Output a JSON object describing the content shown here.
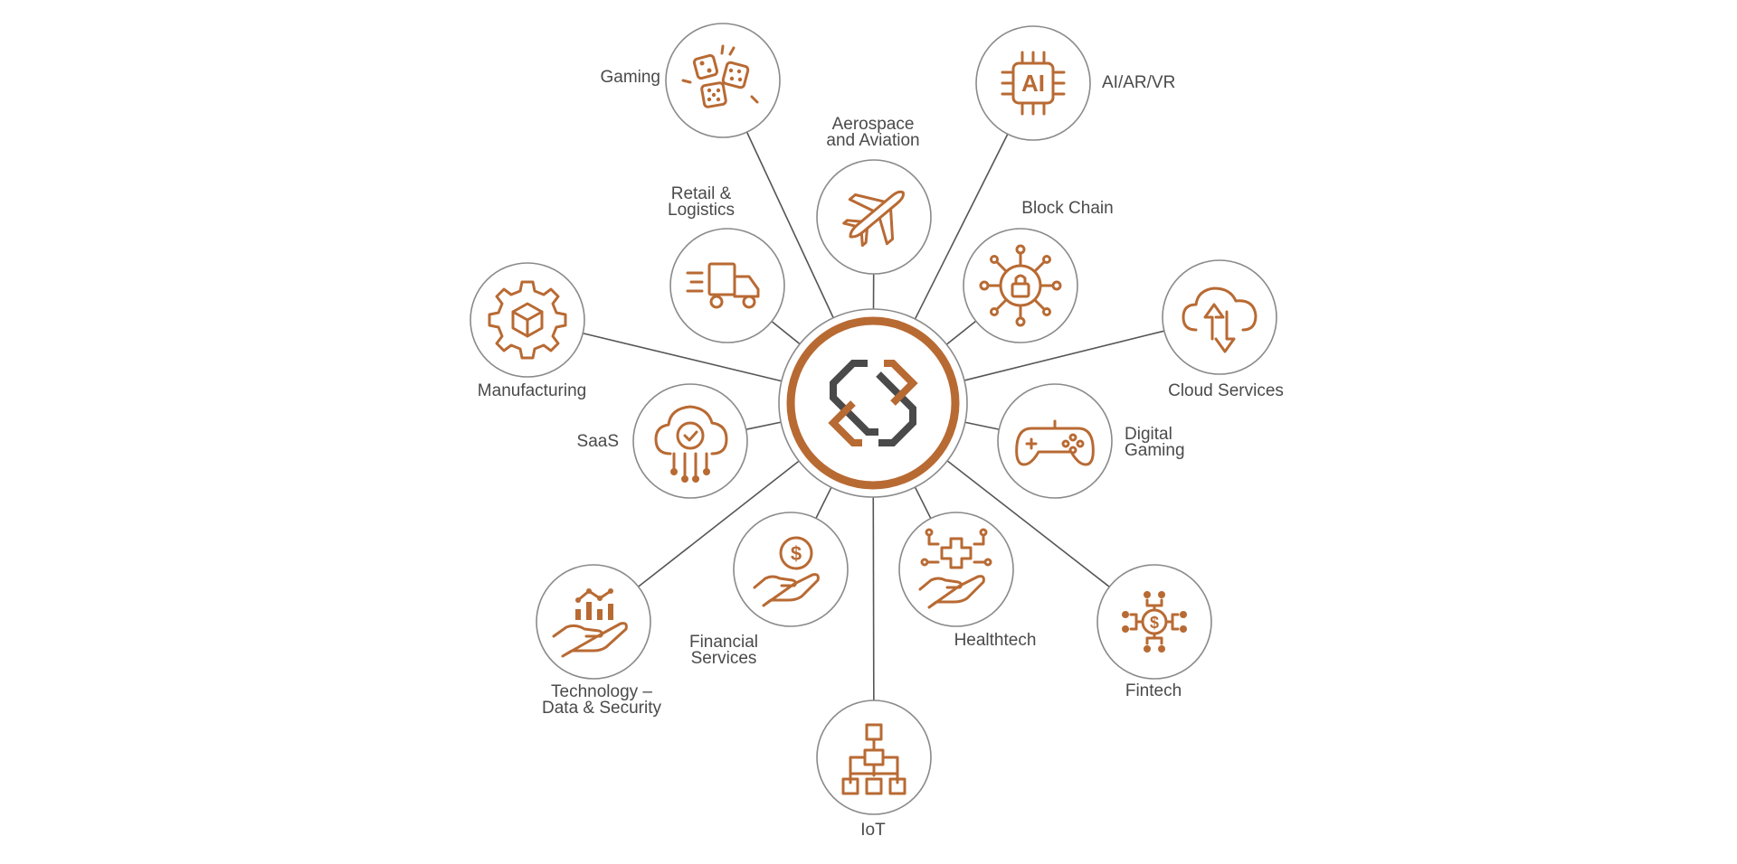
{
  "diagram": {
    "colors": {
      "accent": "#b86a33",
      "line": "#555555",
      "circle_stroke": "#8a8a8a",
      "text": "#4a4a4a",
      "hub_dark": "#4a4a4a"
    },
    "hub": {
      "icon": "stackspot-logo-icon"
    },
    "nodes": [
      {
        "id": "gaming",
        "label": "Gaming",
        "icon": "dice-icon"
      },
      {
        "id": "ai",
        "label": "AI/AR/VR",
        "icon": "ai-chip-icon"
      },
      {
        "id": "aerospace",
        "label": "Aerospace\nand Aviation",
        "icon": "airplane-icon"
      },
      {
        "id": "retail",
        "label": "Retail &\nLogistics",
        "icon": "delivery-truck-icon"
      },
      {
        "id": "blockchain",
        "label": "Block Chain",
        "icon": "network-lock-icon"
      },
      {
        "id": "manufacturing",
        "label": "Manufacturing",
        "icon": "gear-cube-icon"
      },
      {
        "id": "cloud",
        "label": "Cloud Services",
        "icon": "cloud-upload-download-icon"
      },
      {
        "id": "saas",
        "label": "SaaS",
        "icon": "cloud-check-icon"
      },
      {
        "id": "digital-gaming",
        "label": "Digital\nGaming",
        "icon": "gamepad-icon"
      },
      {
        "id": "technology",
        "label": "Technology –\nData & Security",
        "icon": "hand-chart-icon"
      },
      {
        "id": "financial",
        "label": "Financial\nServices",
        "icon": "hand-dollar-icon"
      },
      {
        "id": "healthtech",
        "label": "Healthtech",
        "icon": "hand-medical-cross-icon"
      },
      {
        "id": "fintech",
        "label": "Fintech",
        "icon": "dollar-network-icon"
      },
      {
        "id": "iot",
        "label": "IoT",
        "icon": "hierarchy-icon"
      }
    ]
  }
}
